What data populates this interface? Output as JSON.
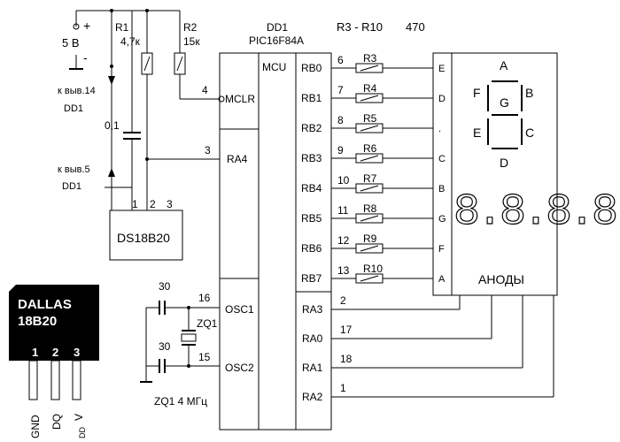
{
  "power": {
    "plus": "+",
    "voltage": "5 В",
    "minus": "-"
  },
  "pin_refs": {
    "pin14_line1": "к выв.14",
    "pin14_line2": "DD1",
    "pin5_line1": "к выв.5",
    "pin5_line2": "DD1"
  },
  "capacitor_main": "0,1",
  "resistors": {
    "r1_name": "R1",
    "r1_value": "4,7к",
    "r2_name": "R2",
    "r2_value": "15к",
    "r3_r10": "R3 - R10",
    "r3_r10_value": "470"
  },
  "mcu": {
    "ref": "DD1",
    "part": "PIC16F84A",
    "core": "MCU",
    "left_pins": [
      {
        "name": "MCLR",
        "num": "4"
      },
      {
        "name": "RA4",
        "num": "3"
      },
      {
        "name": "OSC1",
        "num": "16"
      },
      {
        "name": "OSC2",
        "num": "15"
      }
    ],
    "right_pins": [
      {
        "name": "RB0",
        "num": "6",
        "res": "R3",
        "seg": "E"
      },
      {
        "name": "RB1",
        "num": "7",
        "res": "R4",
        "seg": "D"
      },
      {
        "name": "RB2",
        "num": "8",
        "res": "R5",
        "seg": "."
      },
      {
        "name": "RB3",
        "num": "9",
        "res": "R6",
        "seg": "C"
      },
      {
        "name": "RB4",
        "num": "10",
        "res": "R7",
        "seg": "B"
      },
      {
        "name": "RB5",
        "num": "11",
        "res": "R8",
        "seg": "G"
      },
      {
        "name": "RB6",
        "num": "12",
        "res": "R9",
        "seg": "F"
      },
      {
        "name": "RB7",
        "num": "13",
        "res": "R10",
        "seg": "A"
      }
    ],
    "ra_pins": [
      {
        "name": "RA3",
        "num": "2"
      },
      {
        "name": "RA0",
        "num": "17"
      },
      {
        "name": "RA1",
        "num": "18"
      },
      {
        "name": "RA2",
        "num": "1"
      }
    ]
  },
  "sensor": {
    "name": "DS18B20",
    "pins": [
      "1",
      "2",
      "3"
    ]
  },
  "display": {
    "segments": [
      "A",
      "B",
      "C",
      "D",
      "E",
      "F",
      "G"
    ],
    "digits": "8.8.8.8.",
    "anodes": "АНОДЫ"
  },
  "oscillator": {
    "cap1": "30",
    "cap2": "30",
    "crystal": "ZQ1",
    "caption": "ZQ1  4 МГц"
  },
  "package": {
    "line1": "DALLAS",
    "line2": "18B20",
    "pins": [
      "1",
      "2",
      "3"
    ],
    "pin_labels": [
      "GND",
      "DQ",
      "V",
      "DD"
    ]
  }
}
